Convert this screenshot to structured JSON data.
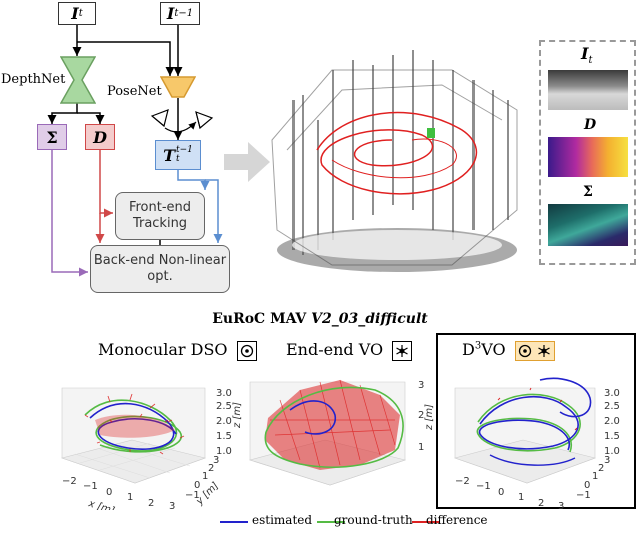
{
  "diagram": {
    "input_current": "I",
    "input_current_sub": "t",
    "input_prev": "I",
    "input_prev_sub": "t−1",
    "depthnet_label": "DepthNet",
    "posenet_label": "PoseNet",
    "sigma_label": "Σ",
    "depth_label": "D",
    "pose_label": "T",
    "pose_sup": "t−1",
    "pose_sub": "t",
    "frontend_label": "Front-end Tracking",
    "backend_label": "Back-end Non-linear opt."
  },
  "inset": {
    "image_label": "I",
    "image_sub": "t",
    "depth_label": "D",
    "sigma_label": "Σ"
  },
  "figure_title_prefix": "EuRoC MAV ",
  "figure_title_seq": "V2_03_difficult",
  "panels": [
    {
      "title": "Monocular DSO"
    },
    {
      "title": "End-end VO"
    },
    {
      "title": "D",
      "title_sup": "3",
      "title_suffix": "VO"
    }
  ],
  "axes": {
    "x_label": "x [m]",
    "y_label": "y [m]",
    "z_label": "z [m]",
    "x_ticks": [
      "−2",
      "−1",
      "0",
      "1",
      "2",
      "3"
    ],
    "y_ticks": [
      "−1",
      "0",
      "1",
      "2",
      "3"
    ],
    "z_ticks": [
      "1.0",
      "1.5",
      "2.0",
      "2.5",
      "3.0"
    ],
    "z_ticks_mid": [
      "1",
      "2",
      "3"
    ]
  },
  "legend": {
    "estimated": "estimated",
    "ground_truth": "ground-truth",
    "difference": "difference",
    "colors": {
      "estimated": "#2222cc",
      "ground_truth": "#55bb44",
      "difference": "#dd2222"
    }
  }
}
